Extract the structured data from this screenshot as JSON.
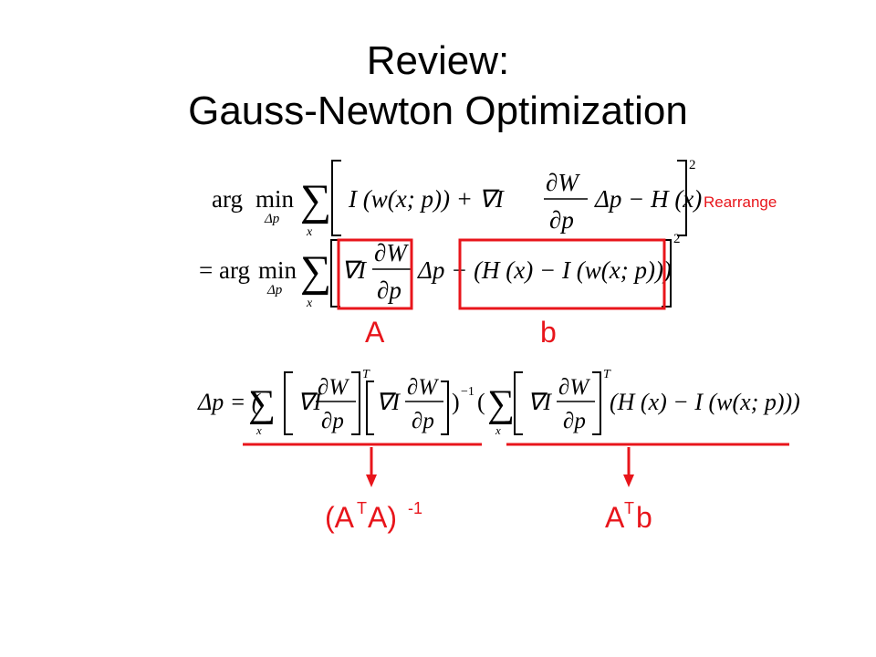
{
  "slide": {
    "title_line1": "Review:",
    "title_line2": "Gauss-Newton Optimization",
    "rearrange_label": "Rearrange",
    "label_A": "A",
    "label_b": "b",
    "label_ATA_open": "(A",
    "label_ATA_T": "T",
    "label_ATA_mid": "A)",
    "label_ATA_exp": "-1",
    "label_ATb_A": "A",
    "label_ATb_T": "T",
    "label_ATb_b": "b",
    "colors": {
      "accent": "#e8151b",
      "text": "#000000",
      "background": "#ffffff"
    }
  },
  "equations": {
    "eq1": {
      "arg": "arg",
      "min": "min",
      "sub": "Δp",
      "sigma": "∑",
      "sigma_sub": "x",
      "body_a": "I (w(x; p)) + ∇I",
      "frac_num": "∂W",
      "frac_den": "∂p",
      "body_b": "Δp − H (x)",
      "power": "2"
    },
    "eq2": {
      "prefix": "= arg",
      "min": "min",
      "sub": "Δp",
      "sigma": "∑",
      "sigma_sub": "x",
      "grad": "∇I",
      "frac_num": "∂W",
      "frac_den": "∂p",
      "body_b": "Δp − (H (x) − I (w(x; p)))",
      "power": "2"
    },
    "eq3": {
      "lhs": "Δp = (",
      "sigma": "∑",
      "sigma_sub": "x",
      "grad1": "∇I",
      "frac_num1": "∂W",
      "frac_den1": "∂p",
      "T1": "T",
      "grad2": "∇I",
      "frac_num2": "∂W",
      "frac_den2": "∂p",
      "close_inv": ")",
      "inv": "−1",
      "open2": "(",
      "sigma2": "∑",
      "sigma_sub2": "x",
      "grad3": "∇I",
      "frac_num3": "∂W",
      "frac_den3": "∂p",
      "T2": "T",
      "tail": "(H (x) − I (w(x; p)))"
    }
  }
}
